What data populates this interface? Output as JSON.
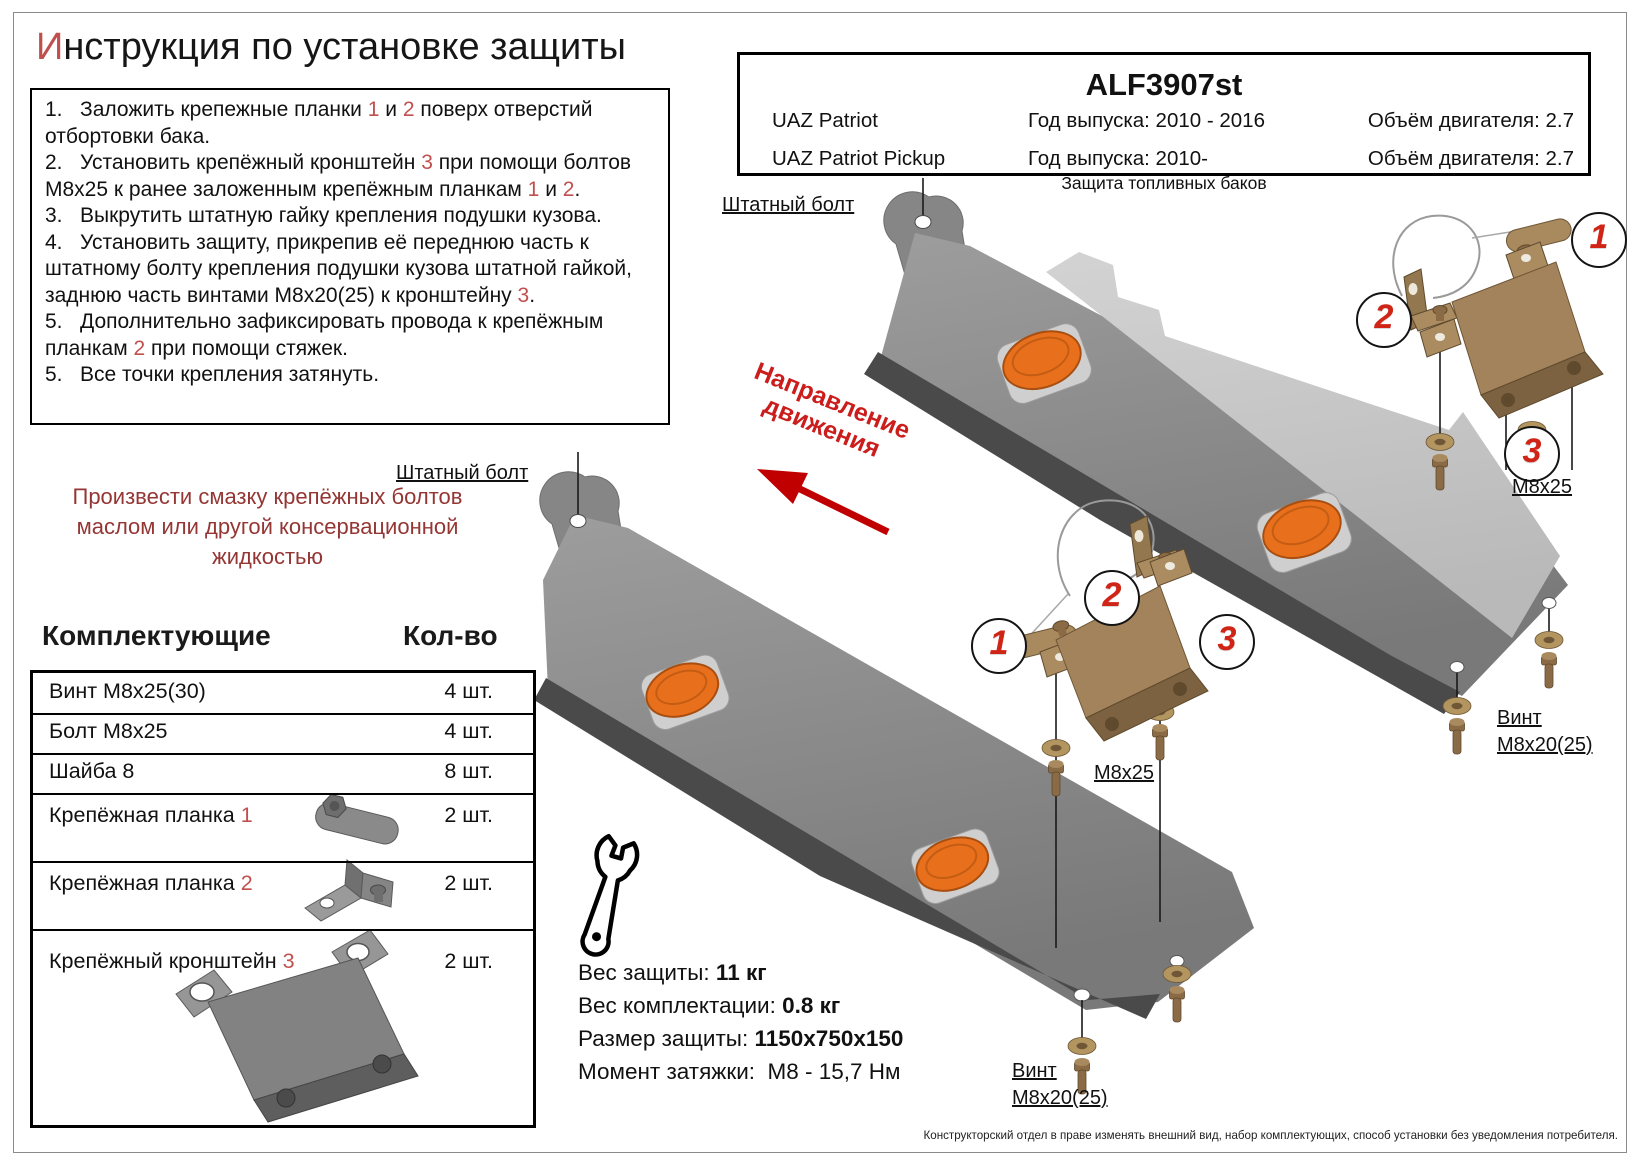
{
  "page": {
    "title": {
      "first_letter": "И",
      "rest": "нструкция по установке защиты"
    },
    "fine_print": "Конструкторский отдел в праве изменять внешний вид, набор комплектующих, способ установки без уведомления потребителя."
  },
  "instructions": {
    "items": [
      {
        "segments": [
          {
            "t": "1.   Заложить крепежные планки "
          },
          {
            "t": "1",
            "a": 1
          },
          {
            "t": " и "
          },
          {
            "t": "2",
            "a": 1
          },
          {
            "t": " поверх отверстий отбортовки бака."
          }
        ]
      },
      {
        "segments": [
          {
            "t": "2.   Установить крепёжный кронштейн "
          },
          {
            "t": "3",
            "a": 1
          },
          {
            "t": " при помощи болтов М8х25 к ранее заложенным крепёжным планкам "
          },
          {
            "t": "1",
            "a": 1
          },
          {
            "t": " и "
          },
          {
            "t": "2",
            "a": 1
          },
          {
            "t": "."
          }
        ]
      },
      {
        "segments": [
          {
            "t": "3.   Выкрутить штатную гайку крепления подушки кузова."
          }
        ]
      },
      {
        "segments": [
          {
            "t": "4.   Установить защиту, прикрепив её переднюю часть к штатному болту крепления подушки кузова штатной гайкой, заднюю часть винтами М8х20(25) к кронштейну "
          },
          {
            "t": "3",
            "a": 1
          },
          {
            "t": "."
          }
        ]
      },
      {
        "segments": [
          {
            "t": "5.   Дополнительно зафиксировать провода к крепёжным планкам "
          },
          {
            "t": "2",
            "a": 1
          },
          {
            "t": " при помощи стяжек."
          }
        ]
      },
      {
        "segments": [
          {
            "t": "5.   Все точки крепления затянуть."
          }
        ]
      }
    ]
  },
  "header_box": {
    "part_number": "ALF3907st",
    "rows": [
      {
        "model": "UAZ Patriot",
        "years": "Год выпуска: 2010 - 2016",
        "engine": "Объём двигателя: 2.7"
      },
      {
        "model": "UAZ Patriot Pickup",
        "years": "Год выпуска: 2010-",
        "engine": "Объём двигателя: 2.7"
      }
    ],
    "subtitle": "Защита топливных баков"
  },
  "labels": {
    "standard_bolt_top": "Штатный болт",
    "standard_bolt_left": "Штатный болт",
    "m8x25_upper": "М8х25",
    "m8x25_lower": "М8х25",
    "vint_right_line1": "Винт",
    "vint_right_line2": "М8х20(25)",
    "vint_bottom_line1": "Винт",
    "vint_bottom_line2": "М8х20(25)",
    "direction_line1": "Направление",
    "direction_line2": "движения"
  },
  "lubricate_note": [
    "Произвести смазку крепёжных болтов",
    "маслом или другой  консервационной",
    "жидкостью"
  ],
  "parts_table": {
    "col_name": "Комплектующие",
    "col_qty": "Кол-во",
    "rows": [
      {
        "name": "Винт М8х25(30)",
        "accent": "",
        "qty": "4 шт."
      },
      {
        "name": "Болт М8х25",
        "accent": "",
        "qty": "4 шт."
      },
      {
        "name": "Шайба 8",
        "accent": "",
        "qty": "8 шт."
      },
      {
        "name": "Крепёжная планка ",
        "accent": "1",
        "qty": "2 шт."
      },
      {
        "name": "Крепёжная планка ",
        "accent": "2",
        "qty": "2 шт."
      },
      {
        "name": "Крепёжный кронштейн ",
        "accent": "3",
        "qty": "2 шт."
      }
    ]
  },
  "specs": {
    "rows": [
      {
        "label": "Вес защиты: ",
        "value": "11 кг"
      },
      {
        "label": "Вес комплектации: ",
        "value": "0.8 кг"
      },
      {
        "label": "Размер защиты: ",
        "value": "1150х750х150"
      },
      {
        "label": "Момент затяжки:  ",
        "value": "М8 - 15,7 Нм"
      }
    ]
  },
  "callouts": {
    "upper": [
      "1",
      "2",
      "3"
    ],
    "lower": [
      "1",
      "2",
      "3"
    ]
  },
  "icons": {
    "wrench": "wrench-icon",
    "strap_plate": "strap-plate-icon",
    "angle_plate": "angle-plate-icon",
    "bracket": "bracket-icon",
    "direction_arrow": "direction-arrow-icon"
  },
  "colors": {
    "accent_red": "#c0504d",
    "direction_red": "#cc1d1d",
    "note_red": "#943634",
    "callout_red": "#cf2416",
    "plug_orange": "#e8701d",
    "bracket_brown": "#a3835c",
    "shield_gray": "#8d8d8d",
    "shield_light": "#c8c8c8",
    "shield_dark": "#4a4a4a"
  }
}
